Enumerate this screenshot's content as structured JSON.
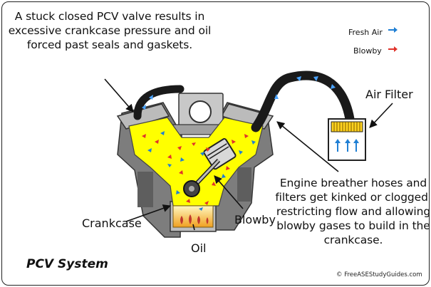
{
  "annotations": {
    "stuck_valve": "A stuck closed PCV valve results in excessive crankcase pressure and oil forced past seals and gaskets.",
    "breather_hoses": "Engine breather hoses and filters get kinked or clogged, restricting flow and allowing blowby gases to build in the crankcase."
  },
  "labels": {
    "air_filter": "Air Filter",
    "crankcase": "Crankcase",
    "blowby": "Blowby",
    "oil": "Oil"
  },
  "legend": {
    "fresh_air": {
      "label": "Fresh Air",
      "color": "#1f7fd4"
    },
    "blowby": {
      "label": "Blowby",
      "color": "#e0332b"
    }
  },
  "caption": "PCV System",
  "credit": "© FreeASEStudyGuides.com",
  "colors": {
    "crankcase_fill": "#ffff00",
    "engine_gray": "#8a8a8a",
    "hose": "#1a1a1a",
    "oil": "#f0a020",
    "filter_element": "#ffd21f"
  }
}
